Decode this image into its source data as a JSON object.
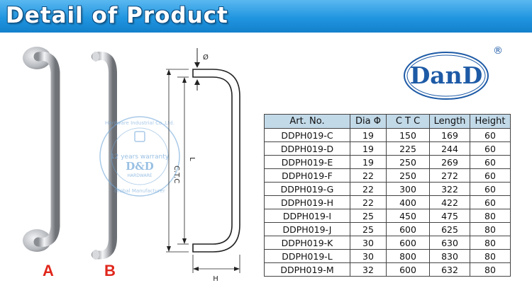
{
  "header": {
    "title": "Detail of Product"
  },
  "brand": {
    "logo_text": "DanD",
    "registered_mark": "®"
  },
  "watermark": {
    "top_text": "Hardware Industrial Co.,Ltd.",
    "bottom_text": "Global Manufacturer",
    "warranty": "12 years warranty",
    "name": "D&D",
    "sub": "HARDWARE"
  },
  "products": {
    "label_a": "A",
    "label_b": "B"
  },
  "drawing": {
    "dia_label": "Ø",
    "l_label": "L",
    "ctc_label": "C.T.C",
    "h_label": "H"
  },
  "colors": {
    "banner": "#2196e0",
    "accent_red": "#e0261b",
    "brand_blue": "#1d5aa6",
    "table_header": "#c2d9e8"
  },
  "table": {
    "headers": [
      "Art. No.",
      "Dia Φ",
      "C T C",
      "Length",
      "Height"
    ],
    "rows": [
      [
        "DDPH019-C",
        "19",
        "150",
        "169",
        "60"
      ],
      [
        "DDPH019-D",
        "19",
        "225",
        "244",
        "60"
      ],
      [
        "DDPH019-E",
        "19",
        "250",
        "269",
        "60"
      ],
      [
        "DDPH019-F",
        "22",
        "250",
        "272",
        "60"
      ],
      [
        "DDPH019-G",
        "22",
        "300",
        "322",
        "60"
      ],
      [
        "DDPH019-H",
        "22",
        "400",
        "422",
        "60"
      ],
      [
        "DDPH019-I",
        "25",
        "450",
        "475",
        "80"
      ],
      [
        "DDPH019-J",
        "25",
        "600",
        "625",
        "80"
      ],
      [
        "DDPH019-K",
        "30",
        "600",
        "630",
        "80"
      ],
      [
        "DDPH019-L",
        "30",
        "800",
        "830",
        "80"
      ],
      [
        "DDPH019-M",
        "32",
        "600",
        "632",
        "80"
      ]
    ]
  }
}
